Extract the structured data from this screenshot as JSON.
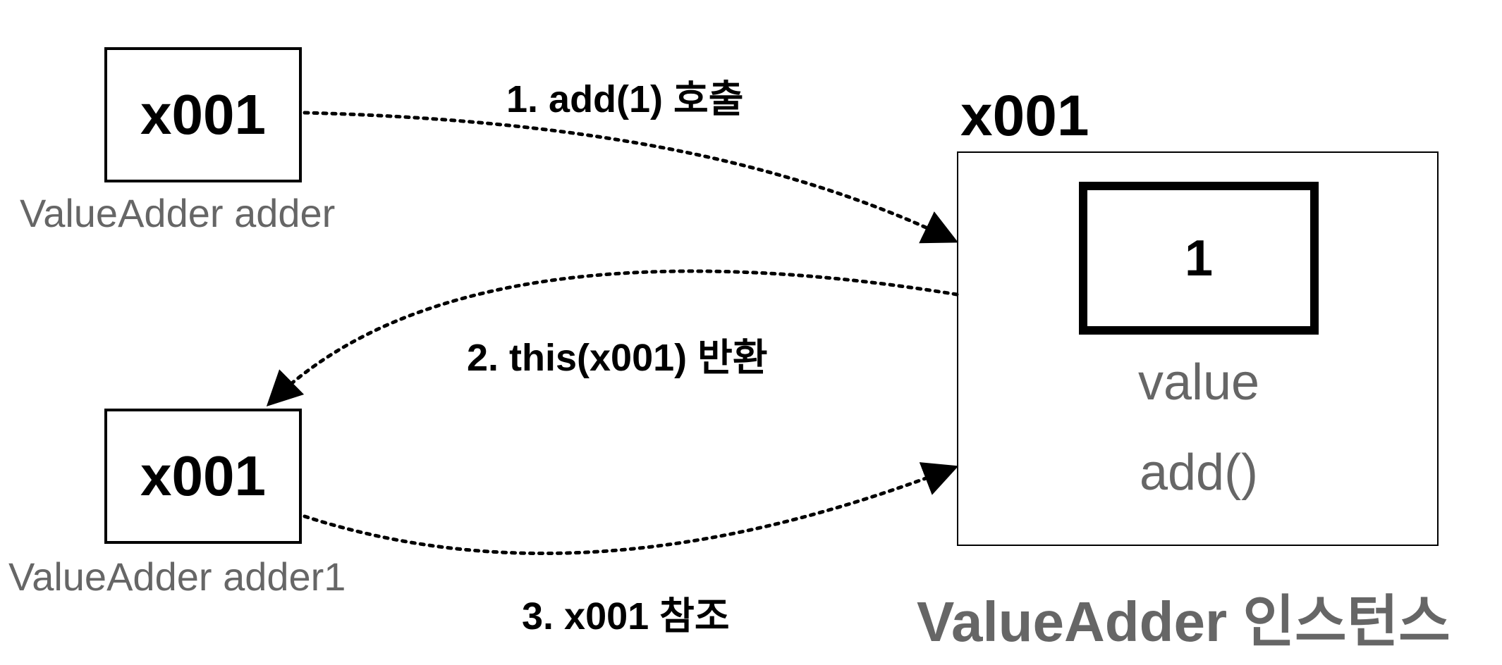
{
  "references": [
    {
      "address": "x001",
      "variable": "ValueAdder adder"
    },
    {
      "address": "x001",
      "variable": "ValueAdder adder1"
    }
  ],
  "steps": [
    {
      "label": "1. add(1) 호출"
    },
    {
      "label": "2. this(x001) 반환"
    },
    {
      "label": "3. x001 참조"
    }
  ],
  "instance": {
    "address": "x001",
    "caption": "ValueAdder 인스턴스",
    "field_value": "1",
    "field_name": "value",
    "method_name": "add()"
  },
  "colors": {
    "primary": "#000000",
    "muted": "#666666"
  }
}
